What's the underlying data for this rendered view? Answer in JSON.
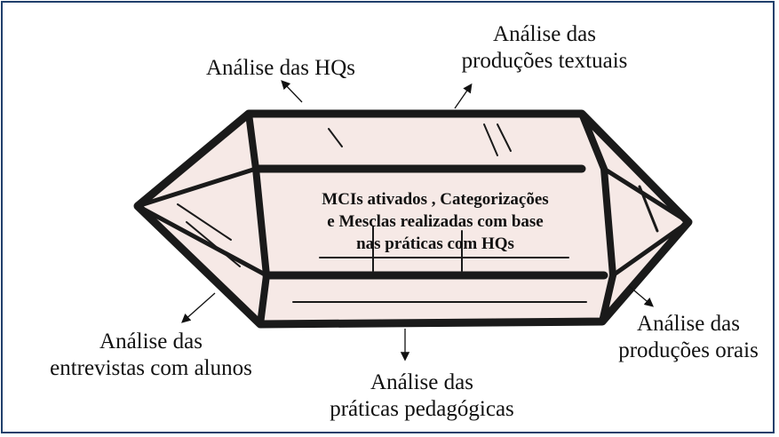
{
  "center": {
    "line1": "MCIs ativados , Categorizações",
    "line2": "e Mesclas realizadas com base",
    "line3": "nas práticas com HQs"
  },
  "labels": {
    "hqs": "Análise das HQs",
    "textuais_1": "Análise das",
    "textuais_2": "produções textuais",
    "entrevistas_1": "Análise das",
    "entrevistas_2": "entrevistas com alunos",
    "praticas_1": "Análise das",
    "praticas_2": "práticas pedagógicas",
    "orais_1": "Análise das",
    "orais_2": "produções orais"
  },
  "colors": {
    "frame": "#1f3f6b",
    "crystal_fill": "#f6e9e6",
    "crystal_outline": "#1a1a1a"
  }
}
